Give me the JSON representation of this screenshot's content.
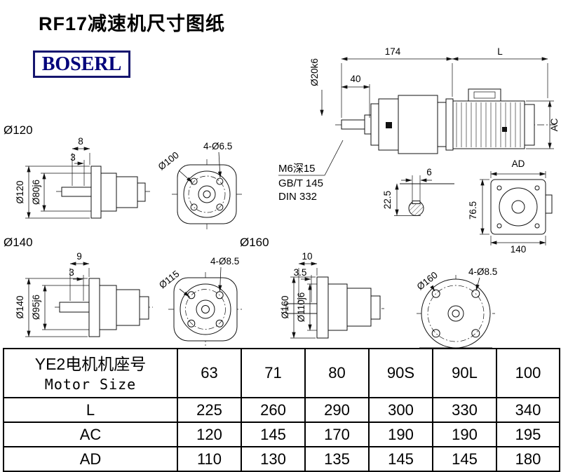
{
  "header": {
    "title": "RF17减速机尺寸图纸",
    "brand": "BOSERL"
  },
  "labels": {
    "dim174": "174",
    "dimL": "L",
    "dim40": "40",
    "dim20k6": "Ø20k6",
    "dimAC": "AC",
    "dimAD": "AD",
    "noteM6": "M6深15",
    "noteGBT": "GB/T 145",
    "noteDIN": "DIN 332",
    "dimKey6": "6",
    "dim225": "22.5",
    "dim765": "76.5",
    "dim140w": "140"
  },
  "sec120": {
    "title": "Ø120",
    "dim8": "8",
    "dim3": "3",
    "dimD120": "Ø120",
    "dimD80": "Ø80j6",
    "holes": "4-Ø6.5",
    "boltCircle": "Ø100"
  },
  "sec140": {
    "title": "Ø140",
    "dim9": "9",
    "dim3": "3",
    "dimD140": "Ø140",
    "dimD95": "Ø95j6",
    "flange": "Ø115",
    "holes": "4-Ø8.5"
  },
  "sec160": {
    "title": "Ø160",
    "dim10": "10",
    "dim35": "3.5",
    "dimD160": "Ø160",
    "dimD110": "Ø110j6",
    "flange": "Ø160",
    "holes": "4-Ø8.5"
  },
  "table": {
    "motor_label_cn": "YE2电机机座号",
    "motor_label_en": "Motor Size",
    "sizes": [
      "63",
      "71",
      "80",
      "90S",
      "90L",
      "100"
    ],
    "rows": [
      {
        "label": "L",
        "values": [
          "225",
          "260",
          "290",
          "300",
          "330",
          "340"
        ]
      },
      {
        "label": "AC",
        "values": [
          "120",
          "145",
          "170",
          "190",
          "190",
          "195"
        ]
      },
      {
        "label": "AD",
        "values": [
          "110",
          "130",
          "135",
          "145",
          "145",
          "180"
        ]
      }
    ]
  }
}
